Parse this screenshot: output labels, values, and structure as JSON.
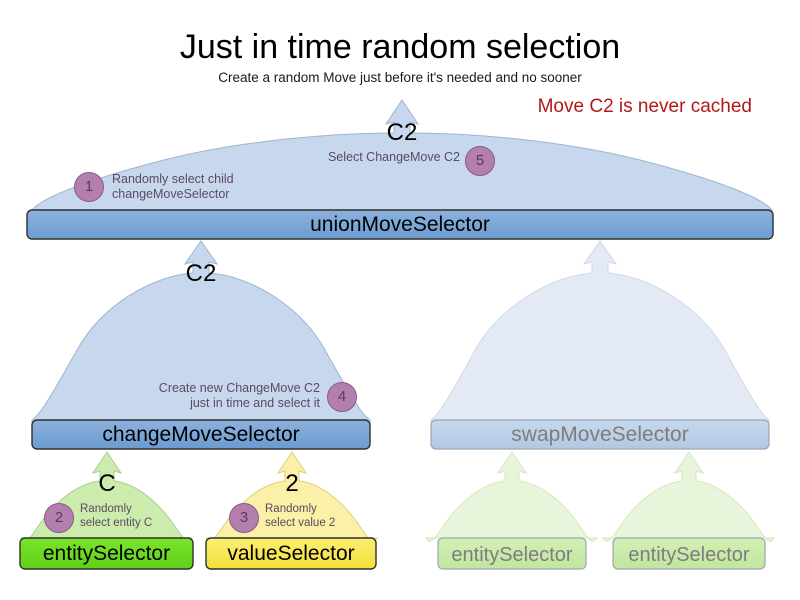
{
  "header": {
    "title": "Just in time random selection",
    "subtitle": "Create a random Move just before it's needed and no sooner",
    "note": "Move C2 is never cached",
    "note_color": "#b01818"
  },
  "colors": {
    "fan_blue": "#c7d8ee",
    "fan_blue_dim": "#e3eaf5",
    "bar_blue": "#6f9fd3",
    "bar_blue_dim": "#b8cce4",
    "fan_green": "#ccecae",
    "fan_green_dim": "#e8f5da",
    "box_green": "#66dd22",
    "box_green_dim": "#c8eaa8",
    "fan_yellow": "#fbf0a8",
    "box_yellow": "#f7e64f",
    "callout_circle": "#b47fae",
    "callout_border": "#8a5a86",
    "stroke": "#5a5a5a",
    "text_dim": "#7d7d7d"
  },
  "nodes": {
    "union": {
      "label": "unionMoveSelector"
    },
    "change": {
      "label": "changeMoveSelector"
    },
    "swap": {
      "label": "swapMoveSelector"
    },
    "entity_left": {
      "label": "entitySelector"
    },
    "value_left": {
      "label": "valueSelector"
    },
    "entity_right_a": {
      "label": "entitySelector"
    },
    "entity_right_b": {
      "label": "entitySelector"
    }
  },
  "branch_labels": {
    "union_out": "C2",
    "change_out": "C2",
    "entity_out": "C",
    "value_out": "2"
  },
  "callouts": [
    {
      "num": "1",
      "lines": [
        "Randomly select child",
        "changeMoveSelector"
      ],
      "align": "left"
    },
    {
      "num": "5",
      "lines": [
        "Select ChangeMove C2"
      ],
      "align": "right"
    },
    {
      "num": "4",
      "lines": [
        "Create new ChangeMove C2",
        "just in time and select it"
      ],
      "align": "right"
    },
    {
      "num": "2",
      "lines": [
        "Randomly",
        "select entity C"
      ],
      "align": "left"
    },
    {
      "num": "3",
      "lines": [
        "Randomly",
        "select value 2"
      ],
      "align": "left"
    }
  ]
}
